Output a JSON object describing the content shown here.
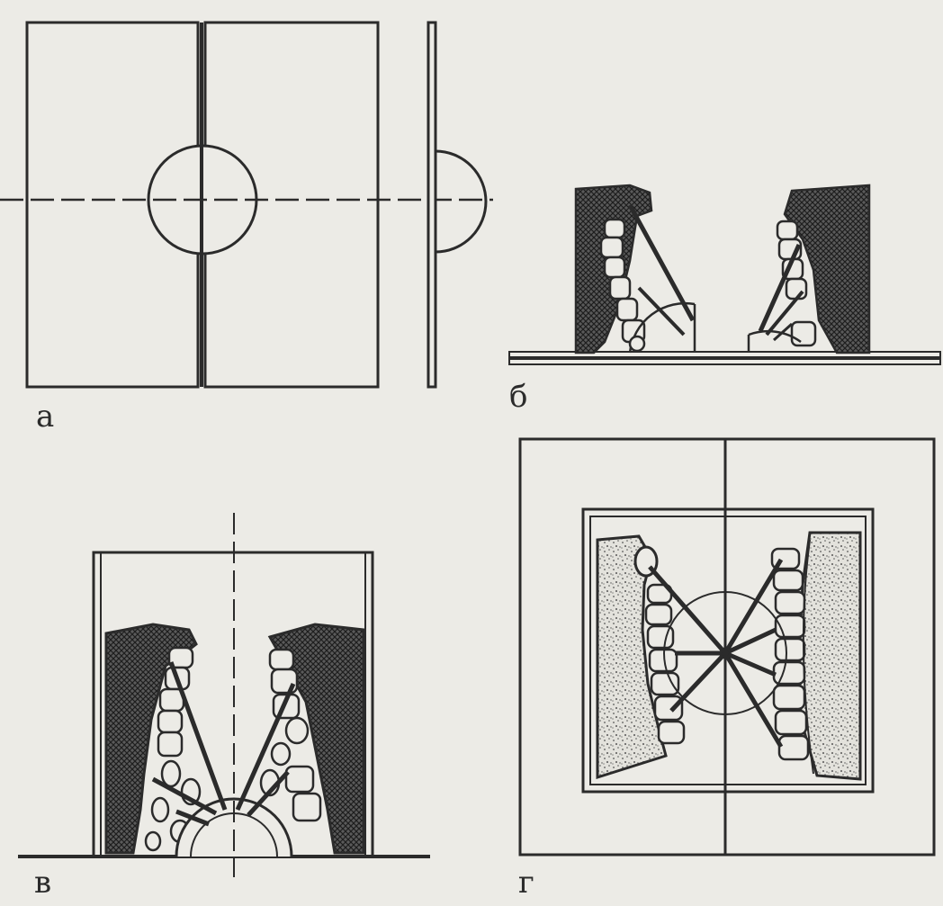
{
  "figure": {
    "ink": "#2b2b2b",
    "paper": "#ecebe6",
    "hatch_color": "#3a3a3a",
    "stipple_color": "#555555",
    "panels": [
      {
        "id": "a",
        "label": "а"
      },
      {
        "id": "b",
        "label": "б"
      },
      {
        "id": "v",
        "label": "в"
      },
      {
        "id": "g",
        "label": "г"
      }
    ]
  }
}
